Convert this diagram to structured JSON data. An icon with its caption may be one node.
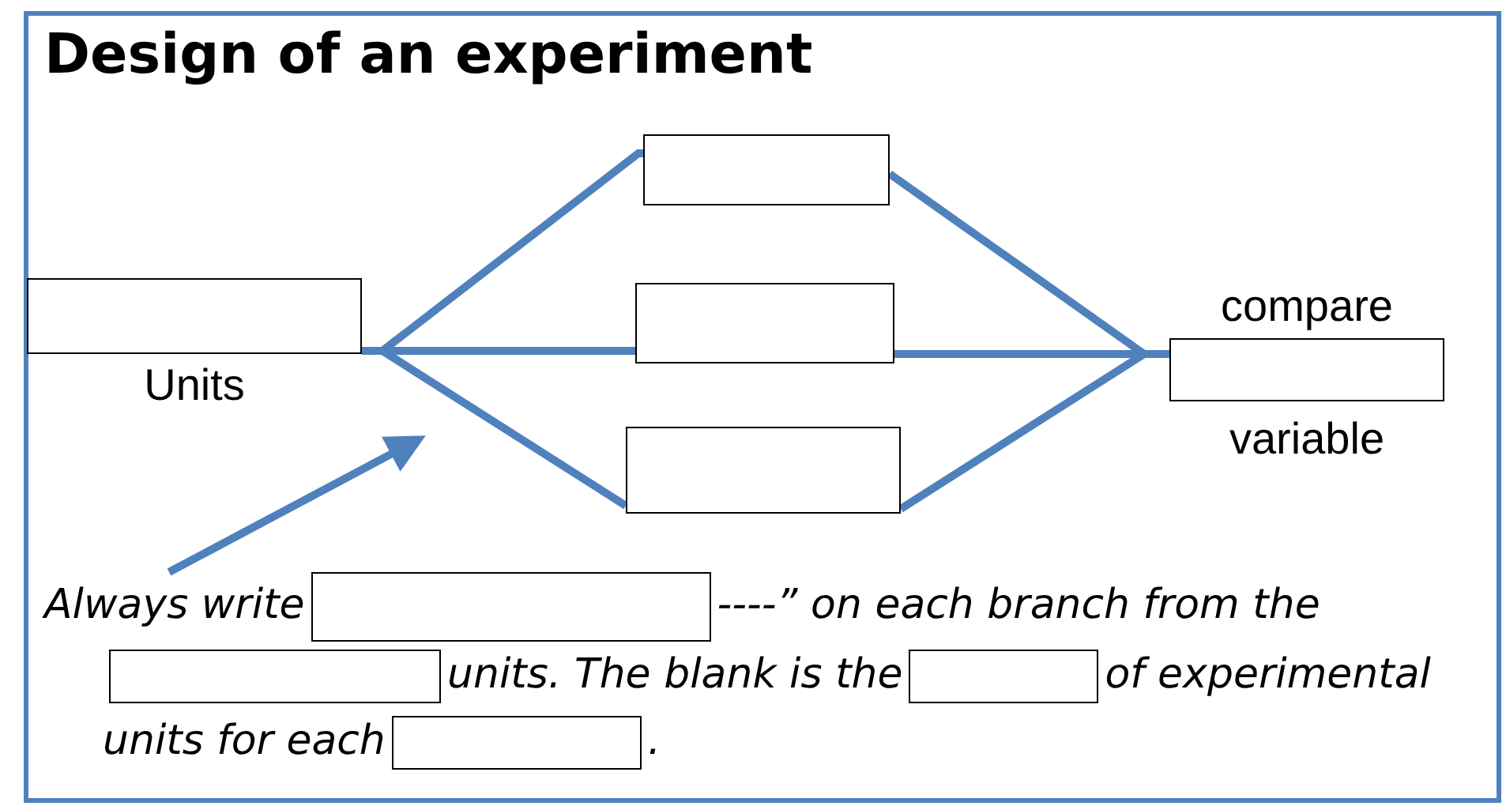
{
  "diagram": {
    "title": "Design of an experiment",
    "nodes": [
      {
        "text": [],
        "shape": "box",
        "beside": [
          "Units"
        ]
      },
      {
        "text": [],
        "shape": "box"
      },
      {
        "text": [],
        "shape": "box"
      },
      {
        "text": [],
        "shape": "box"
      },
      {
        "text": [],
        "shape": "box",
        "beside": [
          "compare",
          "variable"
        ]
      },
      {
        "text": [
          "Always write",
          "----” on each branch from the",
          "units. The blank is the",
          "of experimental units for each",
          "."
        ]
      }
    ],
    "edges": [
      {
        "from": 0,
        "to": 1,
        "arrow": "none"
      },
      {
        "from": 0,
        "to": 2,
        "arrow": "none"
      },
      {
        "from": 0,
        "to": 3,
        "arrow": "none"
      },
      {
        "from": 1,
        "to": 4,
        "arrow": "none"
      },
      {
        "from": 2,
        "to": 4,
        "arrow": "none"
      },
      {
        "from": 3,
        "to": 4,
        "arrow": "none"
      },
      {
        "from": 5,
        "to": null,
        "arrow": "to"
      }
    ]
  }
}
